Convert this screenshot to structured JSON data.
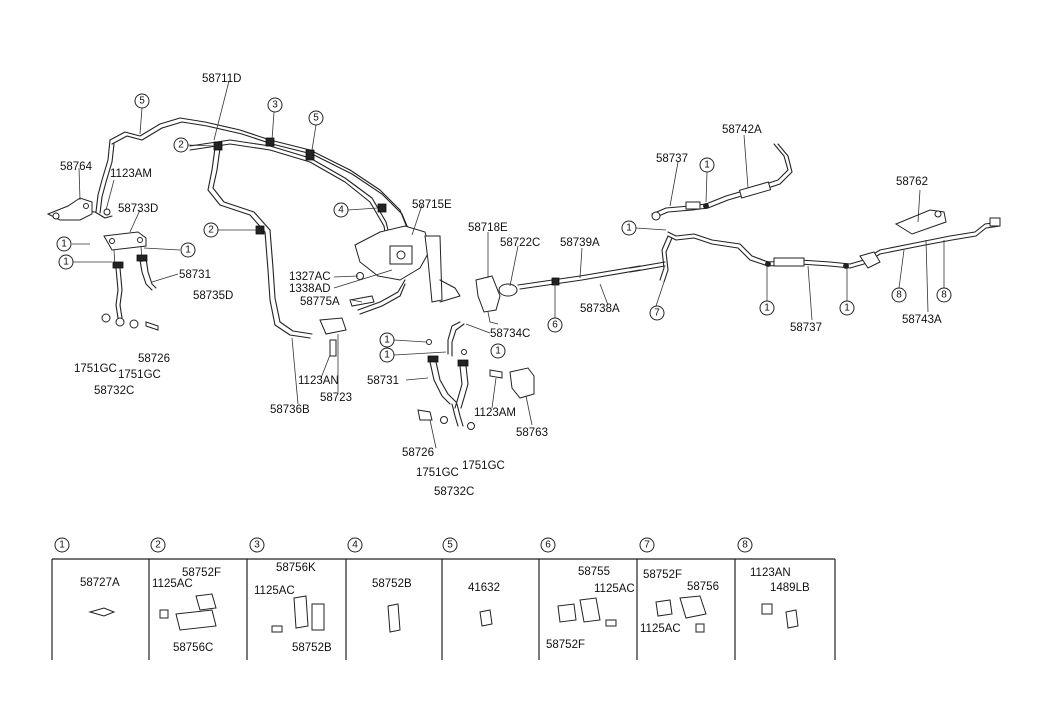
{
  "parts": {
    "p58711D": "58711D",
    "p58764": "58764",
    "p1123AM_a": "1123AM",
    "p58733D": "58733D",
    "p58731_a": "58731",
    "p58735D": "58735D",
    "p1751GC_a": "1751GC",
    "p1751GC_b": "1751GC",
    "p58726_a": "58726",
    "p58732C_a": "58732C",
    "p58715E": "58715E",
    "p1327AC": "1327AC",
    "p1338AD": "1338AD",
    "p58775A": "58775A",
    "p1123AN": "1123AN",
    "p58723": "58723",
    "p58736B": "58736B",
    "p58718E": "58718E",
    "p58722C": "58722C",
    "p58739A": "58739A",
    "p58738A": "58738A",
    "p58734C": "58734C",
    "p58731_b": "58731",
    "p1123AM_b": "1123AM",
    "p58763": "58763",
    "p58726_b": "58726",
    "p1751GC_c": "1751GC",
    "p1751GC_d": "1751GC",
    "p58732C_b": "58732C",
    "p58737_a": "58737",
    "p58742A": "58742A",
    "p58762": "58762",
    "p58737_b": "58737",
    "p58743A": "58743A"
  },
  "callouts": [
    "1",
    "2",
    "3",
    "4",
    "5",
    "6",
    "7",
    "8"
  ],
  "legend": {
    "c1": {
      "num": "1",
      "parts": [
        "58727A"
      ]
    },
    "c2": {
      "num": "2",
      "parts": [
        "58752F",
        "1125AC",
        "58756C"
      ]
    },
    "c3": {
      "num": "3",
      "parts": [
        "58756K",
        "1125AC",
        "58752B"
      ]
    },
    "c4": {
      "num": "4",
      "parts": [
        "58752B"
      ]
    },
    "c5": {
      "num": "5",
      "parts": [
        "41632"
      ]
    },
    "c6": {
      "num": "6",
      "parts": [
        "58755",
        "1125AC",
        "58752F"
      ]
    },
    "c7": {
      "num": "7",
      "parts": [
        "58752F",
        "58756",
        "1125AC"
      ]
    },
    "c8": {
      "num": "8",
      "parts": [
        "1123AN",
        "1489LB"
      ]
    }
  }
}
